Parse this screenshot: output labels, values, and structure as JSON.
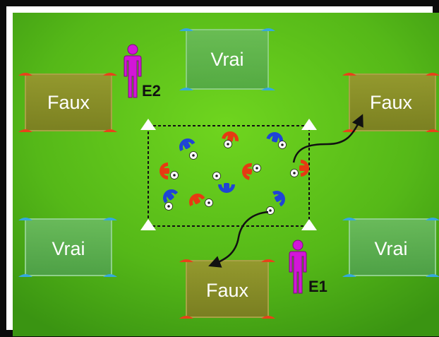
{
  "diagram": {
    "colors": {
      "field_light": "#66cc1e",
      "field_dark": "#3e9a14",
      "zone_true": "#5fae5a",
      "zone_false": "#8f8a2c",
      "cone_red": "#e8421a",
      "cone_blue": "#35a9dd",
      "player": "#d216d8",
      "mannequin_blue": "#1f44d6",
      "mannequin_red": "#e63a12",
      "arrow": "#111111"
    },
    "zones": [
      {
        "id": "top-center",
        "label": "Vrai",
        "kind": "true"
      },
      {
        "id": "top-left",
        "label": "Faux",
        "kind": "false"
      },
      {
        "id": "top-right",
        "label": "Faux",
        "kind": "false"
      },
      {
        "id": "bottom-left",
        "label": "Vrai",
        "kind": "true"
      },
      {
        "id": "bottom-right",
        "label": "Vrai",
        "kind": "true"
      },
      {
        "id": "bottom-center",
        "label": "Faux",
        "kind": "false"
      }
    ],
    "players": [
      {
        "id": "E2",
        "label": "E2"
      },
      {
        "id": "E1",
        "label": "E1"
      }
    ],
    "central_square": {
      "corner_icon": "white-triangle-cone",
      "border": "dashed"
    },
    "mannequin_count": 10
  }
}
